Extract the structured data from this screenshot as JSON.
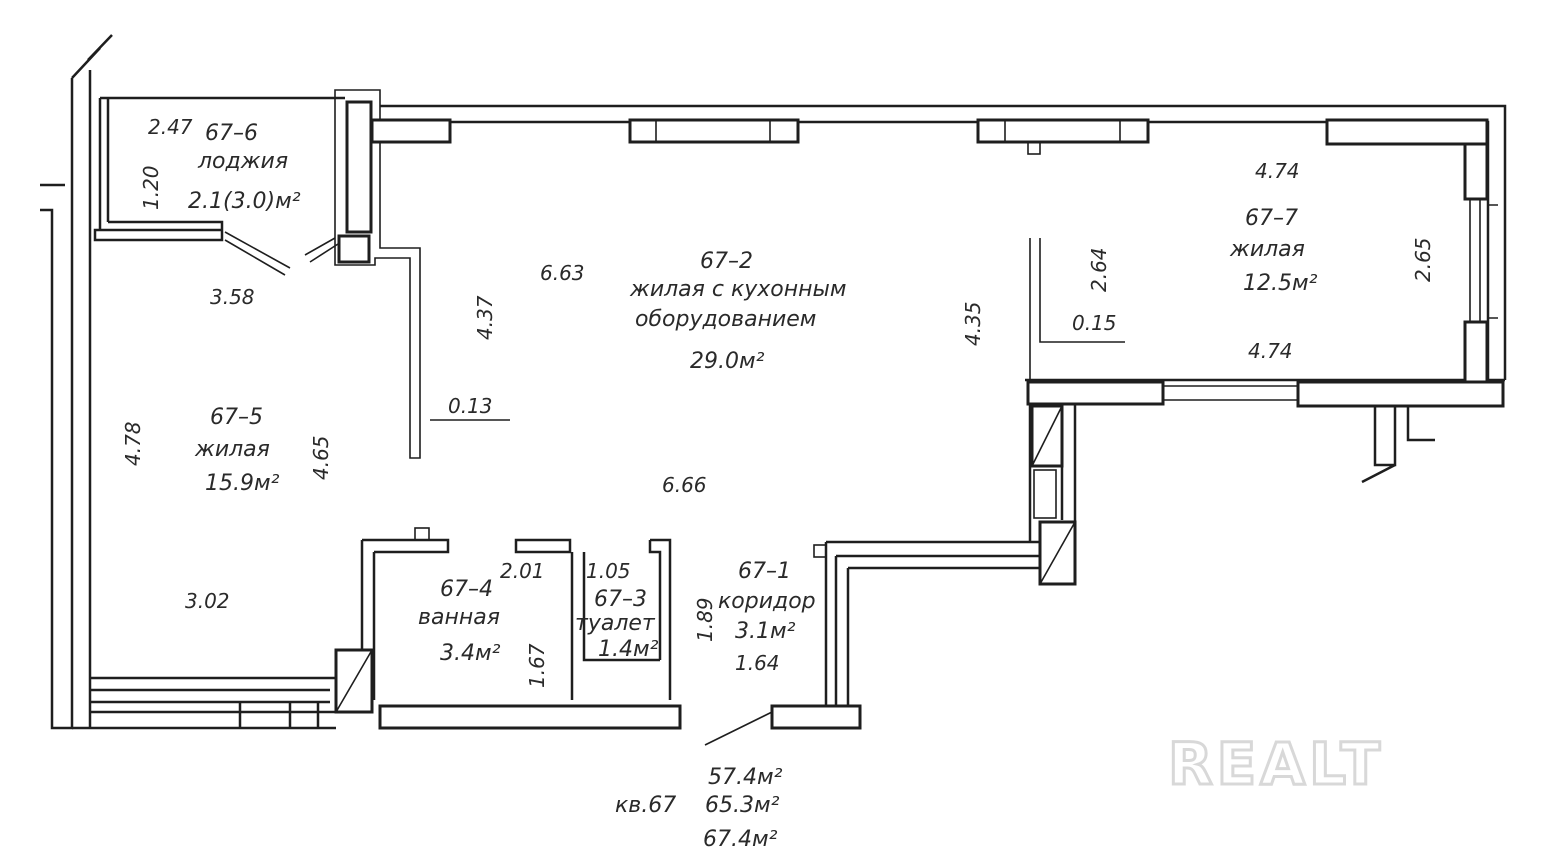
{
  "rooms": {
    "r1": {
      "id": "67–1",
      "name": "коридор",
      "area": "3.1м²"
    },
    "r2": {
      "id": "67–2",
      "name_line1": "жилая с кухонным",
      "name_line2": "оборудованием",
      "area": "29.0м²"
    },
    "r3": {
      "id": "67–3",
      "name": "туалет",
      "area": "1.4м²"
    },
    "r4": {
      "id": "67–4",
      "name": "ванная",
      "area": "3.4м²"
    },
    "r5": {
      "id": "67–5",
      "name": "жилая",
      "area": "15.9м²"
    },
    "r6": {
      "id": "67–6",
      "name": "лоджия",
      "area": "2.1(3.0)м²"
    },
    "r7": {
      "id": "67–7",
      "name": "жилая",
      "area": "12.5м²"
    }
  },
  "dimensions": {
    "d247": "2.47",
    "d120": "1.20",
    "d358": "3.58",
    "d437": "4.37",
    "d663": "6.63",
    "d474a": "4.74",
    "d264": "2.64",
    "d265": "2.65",
    "d015": "0.15",
    "d474b": "4.74",
    "d435": "4.35",
    "d013": "0.13",
    "d478": "4.78",
    "d465": "4.65",
    "d666": "6.66",
    "d302": "3.02",
    "d201": "2.01",
    "d105": "1.05",
    "d189": "1.89",
    "d167": "1.67",
    "d164": "1.64"
  },
  "apartment": {
    "number": "кв.67",
    "area_living": "57.4м²",
    "area_total": "65.3м²",
    "area_with_loggia": "67.4м²"
  },
  "watermark": "REALT"
}
